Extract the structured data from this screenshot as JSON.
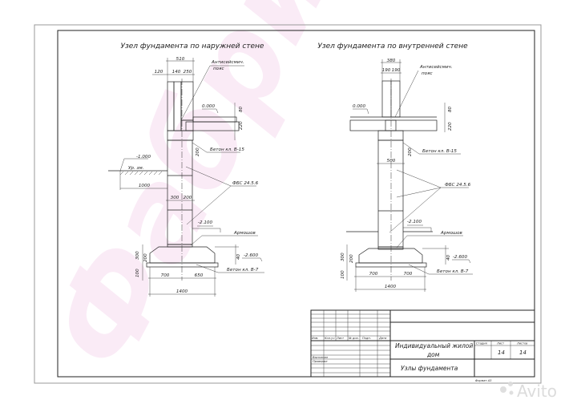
{
  "watermark": {
    "text": "Фабрика",
    "color": "#f6dcef"
  },
  "avito_logo": {
    "text": "Avito",
    "color": "#d9d9d9"
  },
  "left_node": {
    "title": "Узел фундамента по наружней стене",
    "dims": {
      "total_wall": "510",
      "brick": "120",
      "insul": "140",
      "block": "250",
      "slab_top": "80",
      "slab": "220",
      "belt": "200",
      "ground_depth": "1000",
      "fbs_left": "300",
      "fbs_right": "200",
      "footing_h": "300",
      "footing_h2": "200",
      "prep": "100",
      "left_half": "700",
      "right_half": "650",
      "width": "1400",
      "shov": "40"
    },
    "levels": {
      "zero": "0.000",
      "ground": "-1.000",
      "mid": "-2.100",
      "bottom": "-2.600"
    },
    "labels": {
      "belt": "Антисейсмич.",
      "belt2": "пояс",
      "concrete_b15": "Бетон кл. В-15",
      "ground": "Ур. зм.",
      "fbs": "ФБС 24.5.6",
      "armoshov": "Армошов",
      "concrete_b7": "Бетон кл. В-7"
    }
  },
  "right_node": {
    "title": "Узел фундамента по внутренней стене",
    "dims": {
      "total_wall": "380",
      "left": "190",
      "right": "190",
      "slab_top": "80",
      "slab": "220",
      "belt": "200",
      "fbs_width": "500",
      "footing_h": "300",
      "footing_h2": "200",
      "prep": "100",
      "left_half": "700",
      "right_half": "700",
      "width": "1400",
      "shov": "40"
    },
    "levels": {
      "zero": "0.000",
      "mid": "-2.100",
      "bottom": "-2.600"
    },
    "labels": {
      "belt": "Антисейсмич.",
      "belt2": "пояс",
      "concrete_b15": "Бетон кл. В-15",
      "fbs": "ФБС 24.5.6",
      "armoshov": "Армошов",
      "concrete_b7": "Бетон кл. В-7"
    }
  },
  "title_block": {
    "headers": [
      "Изм.",
      "Кол.уч",
      "Лист",
      "№ док.",
      "Подп.",
      "Дата"
    ],
    "roles": [
      "Выполнил",
      "Проверил"
    ],
    "project": "Индивидуальный жилой",
    "project2": "дом",
    "sheet_title": "Узлы фундамента",
    "stage_label": "Стадия",
    "sheet_label": "Лист",
    "sheets_label": "Листов",
    "sheet": "14",
    "sheets": "14",
    "format": "Формат А3"
  }
}
